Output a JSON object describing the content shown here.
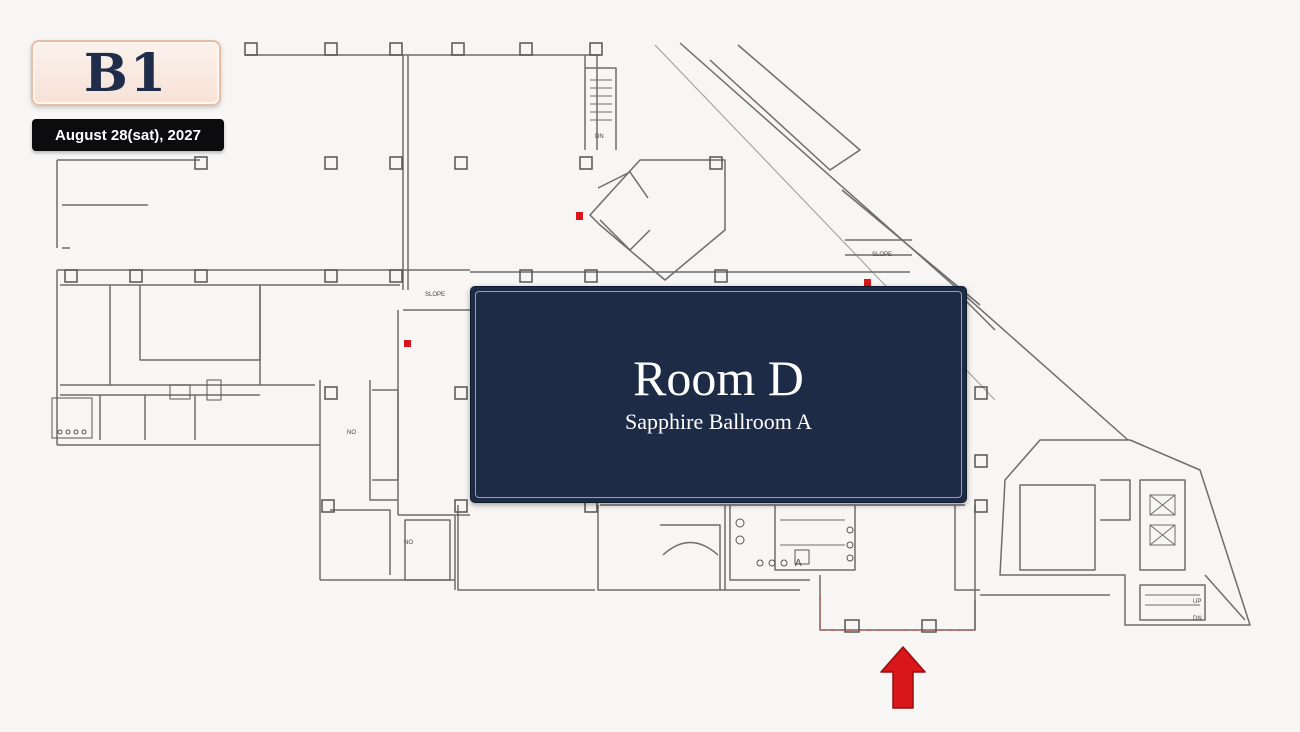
{
  "floor": {
    "label": "B1"
  },
  "event": {
    "date": "August 28(sat), 2027"
  },
  "room": {
    "name": "Room D",
    "subtitle": "Sapphire Ballroom A"
  },
  "plan_labels": {
    "slope_1": "SLOPE",
    "slope_2": "SLOPE",
    "dn_1": "DN",
    "dn_2": "DN",
    "up": "UP",
    "no_1": "NO",
    "no_2": "NO",
    "room_mark": "A"
  },
  "colors": {
    "room_fill": "#1d2b47",
    "entrance_arrow": "#d9161a",
    "badge_border": "#e7bfa9",
    "date_bg": "#0c0c0e"
  },
  "icons": {
    "entrance": "up-arrow-icon"
  }
}
